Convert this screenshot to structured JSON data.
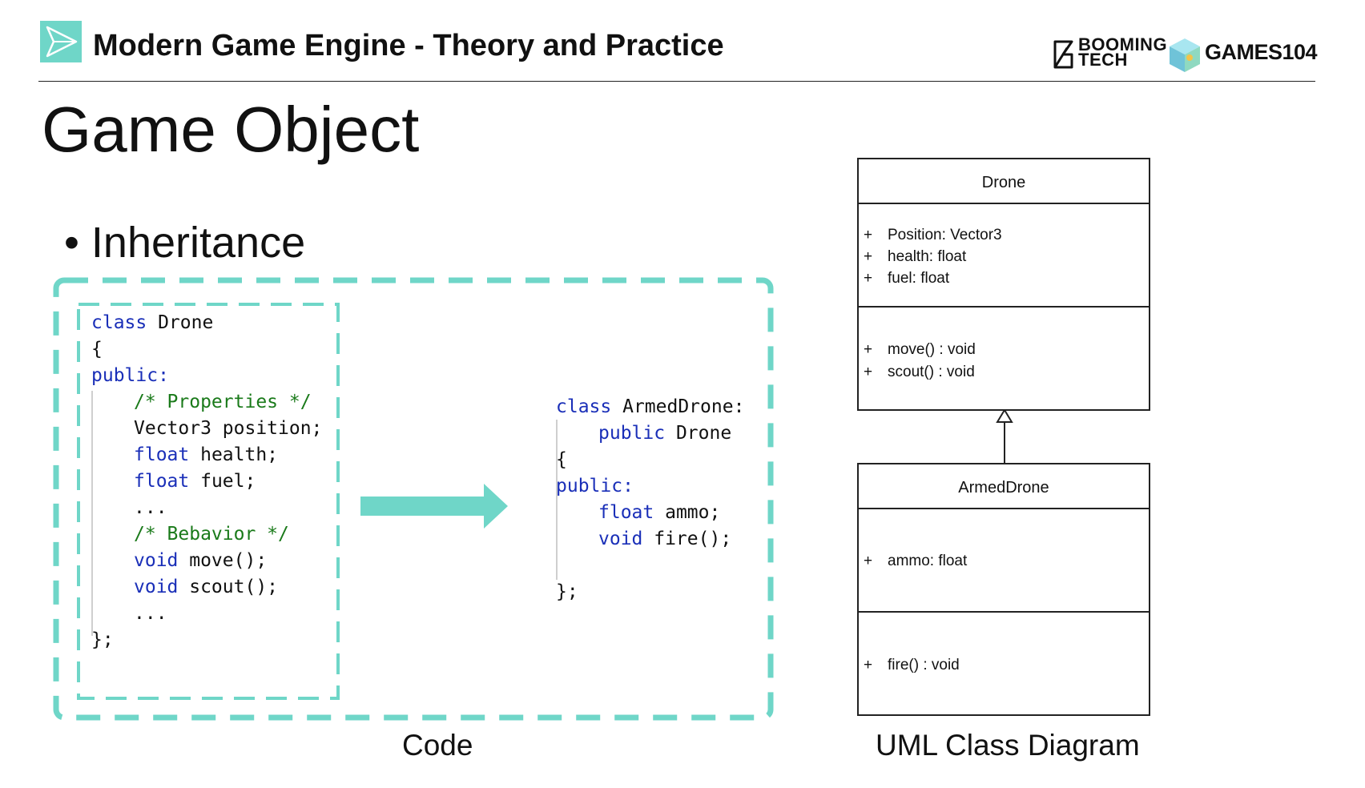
{
  "header": {
    "title": "Modern Game Engine - Theory and Practice",
    "brand_booming_line1": "BOOMING",
    "brand_booming_line2": "TECH",
    "brand_games": "GAMES104"
  },
  "slide": {
    "title": "Game Object",
    "bullet": "Inheritance"
  },
  "code_left": {
    "l1_kw": "class",
    "l1_rest": " Drone",
    "l2": "{",
    "l3": "public:",
    "l4": "/* Properties */",
    "l5": "Vector3 position;",
    "l6_kw": "float",
    "l6_rest": " health;",
    "l7_kw": "float",
    "l7_rest": " fuel;",
    "l8": "...",
    "l9": "/* Bebavior */",
    "l10_kw": "void",
    "l10_rest": " move();",
    "l11_kw": "void",
    "l11_rest": " scout();",
    "l12": "...",
    "l13": "};"
  },
  "code_right": {
    "l1_kw": "class",
    "l1_rest": " ArmedDrone:",
    "l2_kw": "public",
    "l2_rest": " Drone",
    "l3": "{",
    "l4": "public:",
    "l5_kw": "float",
    "l5_rest": " ammo;",
    "l6_kw": "void",
    "l6_rest": " fire();",
    "l7": "};"
  },
  "captions": {
    "code": "Code",
    "uml": "UML Class Diagram"
  },
  "uml": {
    "parent": {
      "name": "Drone",
      "attributes": [
        "Position: Vector3",
        "health: float",
        "fuel: float"
      ],
      "methods": [
        "move() : void",
        "scout() : void"
      ]
    },
    "child": {
      "name": "ArmedDrone",
      "attributes": [
        "ammo: float"
      ],
      "methods": [
        "fire() : void"
      ]
    },
    "visibility_symbol": "+"
  },
  "colors": {
    "accent": "#6fd6c8",
    "keyword": "#1a2fb8",
    "comment": "#1a7a1a"
  }
}
